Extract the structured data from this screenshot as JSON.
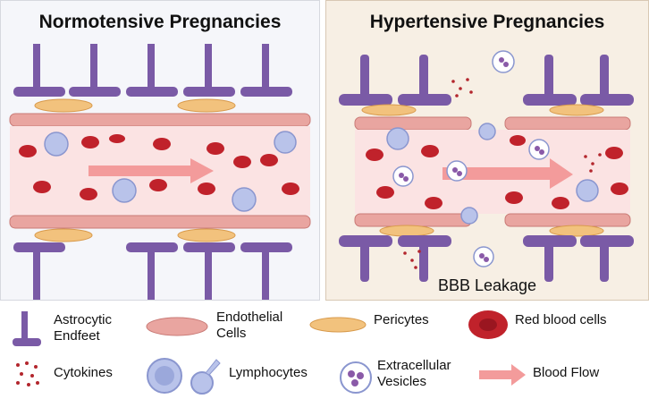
{
  "panels": {
    "normal": {
      "title": "Normotensive Pregnancies"
    },
    "hyper": {
      "title": "Hypertensive Pregnancies",
      "leak_label": "BBB Leakage"
    }
  },
  "legend": {
    "astrocytic_endfeet": "Astrocytic\nEndfeet",
    "endothelial_cells": "Endothelial\nCells",
    "pericytes": "Pericytes",
    "red_blood_cells": "Red blood cells",
    "cytokines": "Cytokines",
    "lymphocytes": "Lymphocytes",
    "extracellular_vesicles": "Extracellular\nVesicles",
    "blood_flow": "Blood Flow"
  },
  "colors": {
    "astrocyte": "#7a5aa6",
    "endothelial": "#e9a5a0",
    "pericyte": "#f2c27d",
    "rbc": "#c0222b",
    "lymphocyte": "#b9c3ea",
    "vesicle": "#8a5aa8",
    "cytokine": "#b3262d",
    "flow": "#f39b9b",
    "vessel": "#fbe3e3"
  },
  "icons": [
    "astrocyte-icon",
    "endothelial-cell-icon",
    "pericyte-icon",
    "red-blood-cell-icon",
    "cytokine-icon",
    "lymphocyte-icon",
    "extracellular-vesicle-icon",
    "blood-flow-arrow-icon"
  ]
}
